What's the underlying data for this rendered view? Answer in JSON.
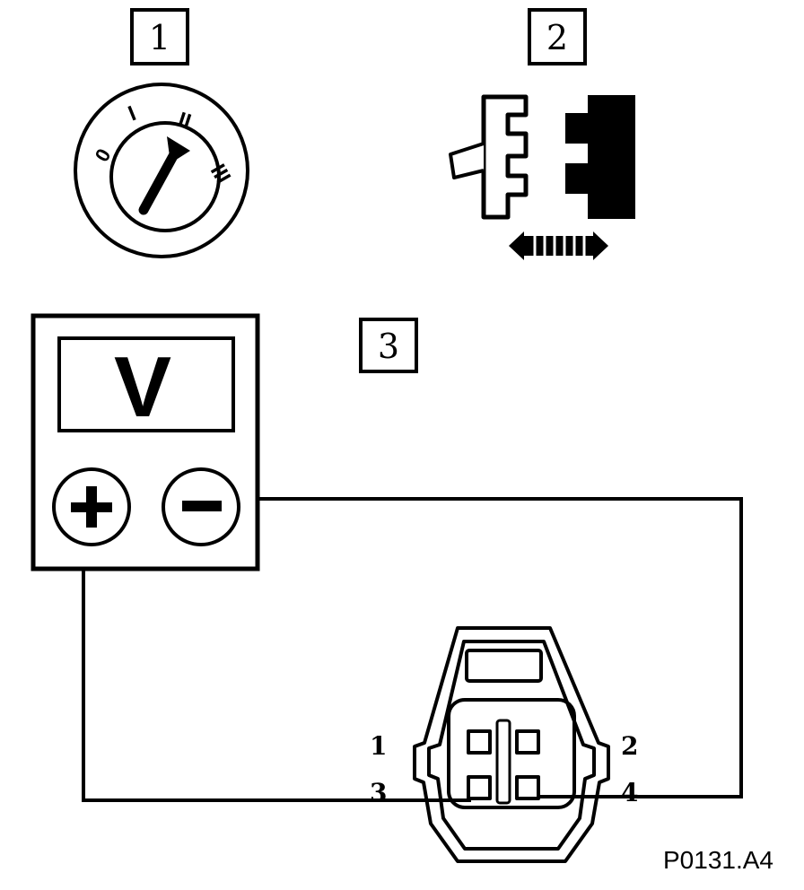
{
  "step_labels": {
    "step1": "1",
    "step2": "2",
    "step3": "3"
  },
  "ignition": {
    "positions": [
      "0",
      "I",
      "II",
      "III"
    ]
  },
  "meter": {
    "display": "V",
    "plus": "+",
    "minus": "−"
  },
  "connector": {
    "pins": [
      "1",
      "2",
      "3",
      "4"
    ]
  },
  "figure_code": "P0131.A4",
  "colors": {
    "ink": "#000000",
    "paper": "#ffffff"
  }
}
